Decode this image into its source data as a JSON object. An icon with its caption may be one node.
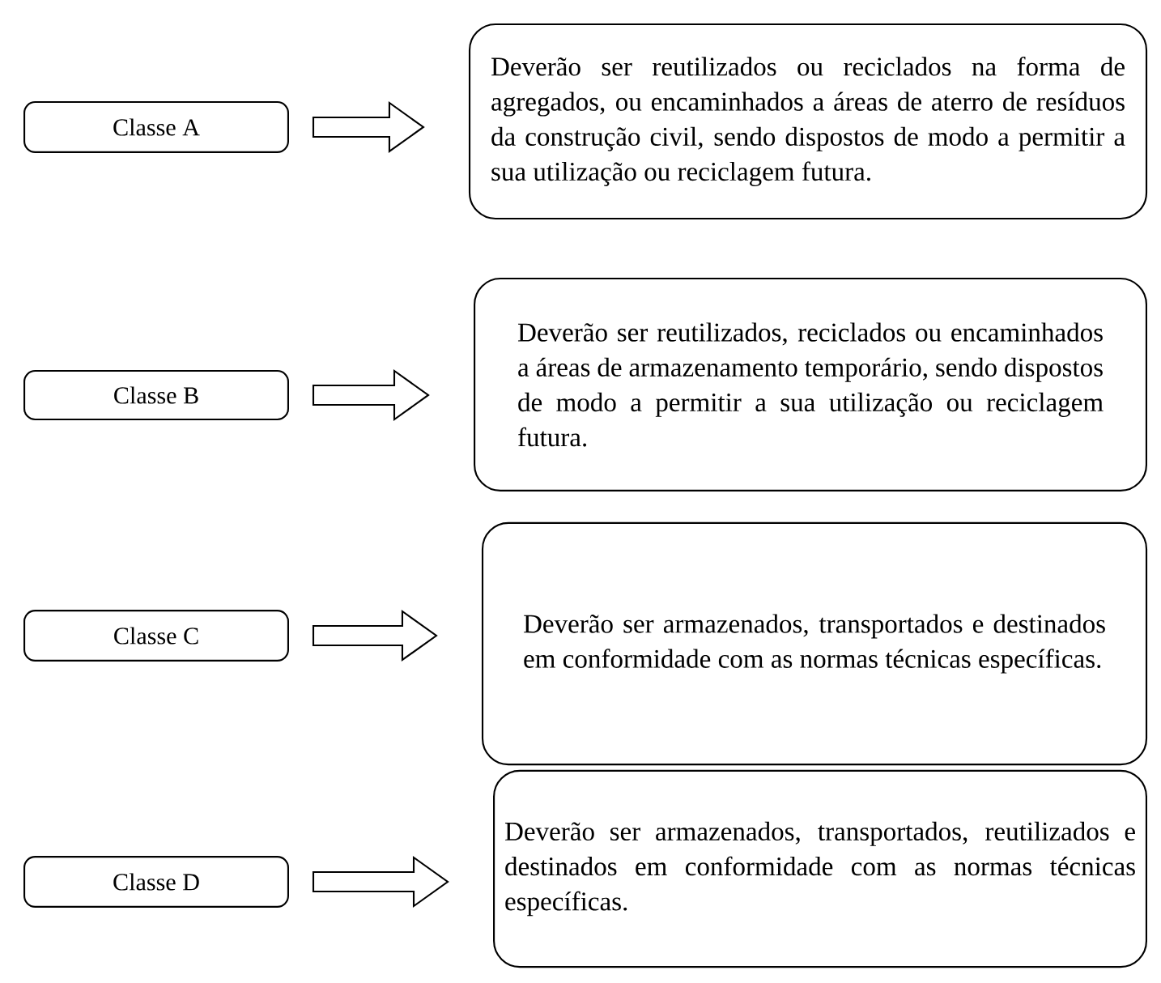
{
  "diagram": {
    "nodes": [
      {
        "text": [
          "Classe A"
        ]
      },
      {
        "text": [
          "Deverão ser reutilizados ou reciclados na forma de agregados, ou encaminhados a áreas de aterro de resíduos da construção civil, sendo dispostos de modo a permitir a sua utilização ou reciclagem futura."
        ]
      },
      {
        "text": [
          "Classe B"
        ]
      },
      {
        "text": [
          "Deverão ser reutilizados, reciclados ou encaminhados a áreas de armazenamento temporário, sendo dispostos de modo a permitir a sua utilização ou reciclagem futura."
        ]
      },
      {
        "text": [
          "Classe C"
        ]
      },
      {
        "text": [
          "Deverão ser armazenados, transportados e destinados em conformidade com as normas técnicas específicas."
        ]
      },
      {
        "text": [
          "Classe D"
        ]
      },
      {
        "text": [
          "Deverão ser armazenados, transportados, reutilizados e destinados em conformidade com as normas técnicas específicas."
        ]
      }
    ],
    "edges": [
      {
        "from": 0,
        "to": 1,
        "arrow": "to"
      },
      {
        "from": 2,
        "to": 3,
        "arrow": "to"
      },
      {
        "from": 4,
        "to": 5,
        "arrow": "to"
      },
      {
        "from": 6,
        "to": 7,
        "arrow": "to"
      }
    ]
  }
}
